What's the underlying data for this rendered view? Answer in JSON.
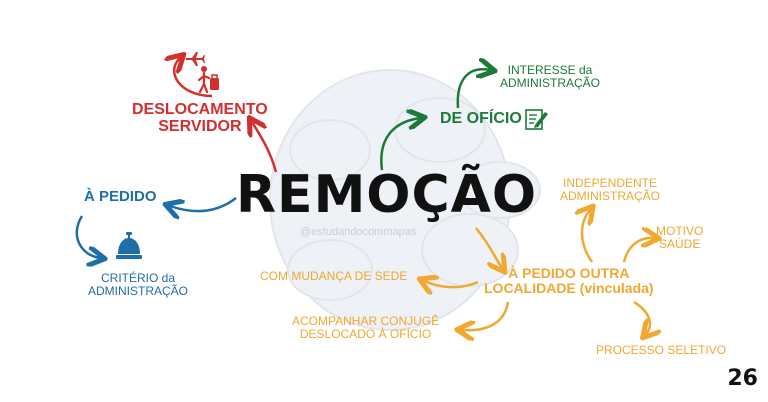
{
  "center": "REMOÇÃO",
  "watermark": "@estudandocommapas",
  "page_number": "26",
  "branches": {
    "deslocamento": {
      "line1": "DESLOCAMENTO",
      "line2": "SERVIDOR"
    },
    "de_oficio": {
      "title": "DE OFÍCIO",
      "sub_line1": "INTERESSE da",
      "sub_line2": "ADMINISTRAÇÃO"
    },
    "a_pedido": {
      "title": "À PEDIDO",
      "sub_line1": "CRITÉRIO da",
      "sub_line2": "ADMINISTRAÇÃO"
    },
    "a_pedido_outra": {
      "line1": "À PEDIDO OUTRA",
      "line2": "LOCALIDADE (vinculada)",
      "items": {
        "independente": {
          "line1": "INDEPENDENTE",
          "line2": "ADMINISTRAÇÃO"
        },
        "motivo": {
          "line1": "MOTIVO",
          "line2": "SAÚDE"
        },
        "processo": "PROCESSO SELETIVO",
        "mudanca": "COM MUDANÇA DE SEDE",
        "acompanhar": {
          "line1": "ACOMPANHAR CONJUGÊ",
          "line2": "DESLOCADO À OFÍCIO"
        }
      }
    }
  },
  "colors": {
    "red": "#d32f2f",
    "green": "#1b7a3a",
    "blue": "#1e6fa8",
    "orange": "#f0a830",
    "center": "#111111"
  },
  "icons": [
    "airplane-icon",
    "traveler-icon",
    "edit-form-icon",
    "service-bell-icon"
  ]
}
